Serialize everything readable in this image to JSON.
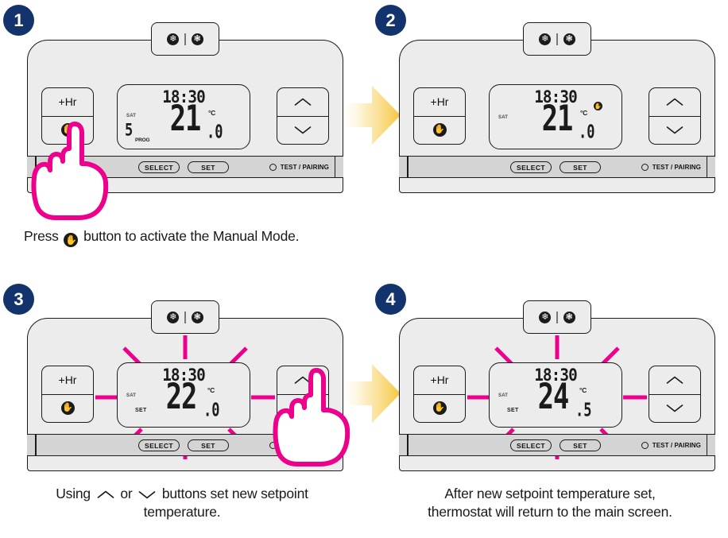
{
  "page": {
    "title": "Thermostat Manual Mode setpoint instructions",
    "accent_pink": "#ec008c",
    "badge_color": "#12336b",
    "arrow_color": "#f5cf5a",
    "body_color": "#ececec",
    "strip_color": "#d4d4d4"
  },
  "common": {
    "plus_hr_label": "+Hr",
    "hand_button_icon": "hand-icon",
    "up_icon": "chevron-up-icon",
    "down_icon": "chevron-down-icon",
    "cool_icon": "snowflake-icon",
    "heat_icon": "fan-icon",
    "select_label": "SELECT",
    "set_label": "SET",
    "test_pairing_label": "TEST / PAIRING",
    "led_icon": "led-indicator-icon"
  },
  "steps": [
    {
      "number": "1",
      "badge": "1",
      "display": {
        "clock": "18:30",
        "temperature": "21",
        "decimal": ".0",
        "unit": "°C",
        "day_label": "SAT",
        "prog_number": "5",
        "prog_label": "PROG",
        "set_label": "",
        "hand_indicator": false
      },
      "pointer": "pink-pointing-hand",
      "flashing": false
    },
    {
      "number": "2",
      "badge": "2",
      "display": {
        "clock": "18:30",
        "temperature": "21",
        "decimal": ".0",
        "unit": "°C",
        "day_label": "SAT",
        "prog_number": "",
        "prog_label": "",
        "set_label": "",
        "hand_indicator": true
      },
      "pointer": "",
      "flashing": false
    },
    {
      "number": "3",
      "badge": "3",
      "display": {
        "clock": "18:30",
        "temperature": "22",
        "decimal": ".0",
        "unit": "°C",
        "day_label": "SAT",
        "prog_number": "",
        "prog_label": "",
        "set_label": "SET",
        "hand_indicator": false
      },
      "pointer": "pink-pointing-hand",
      "flashing": true
    },
    {
      "number": "4",
      "badge": "4",
      "display": {
        "clock": "18:30",
        "temperature": "24",
        "decimal": ".5",
        "unit": "°C",
        "day_label": "SAT",
        "prog_number": "",
        "prog_label": "",
        "set_label": "SET",
        "hand_indicator": false
      },
      "pointer": "",
      "flashing": true
    }
  ],
  "captions": {
    "top": {
      "before_icon": "Press",
      "icon": "hand-icon",
      "after_icon": "button to activate the Manual Mode."
    },
    "bottom_left": {
      "part1": "Using",
      "icon1": "chevron-up-icon",
      "part2": "or",
      "icon2": "chevron-down-icon",
      "part3": "buttons set new setpoint",
      "line2": "temperature."
    },
    "bottom_right": {
      "line1": "After new setpoint temperature set,",
      "line2": "thermostat will return to the main screen."
    }
  }
}
